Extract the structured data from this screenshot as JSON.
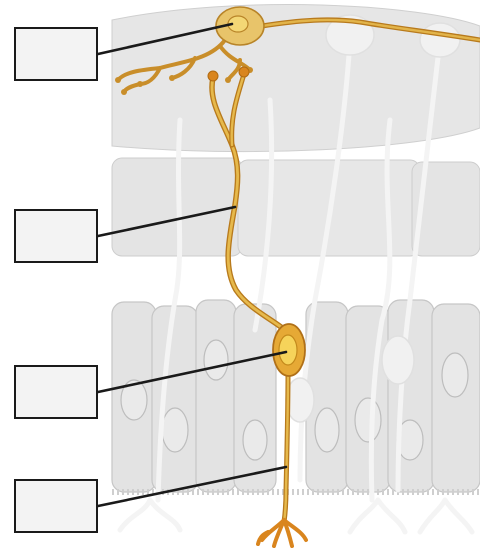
{
  "diagram": {
    "labels": [
      {
        "id": "label-1",
        "text": ""
      },
      {
        "id": "label-2",
        "text": ""
      },
      {
        "id": "label-3",
        "text": ""
      },
      {
        "id": "label-4",
        "text": ""
      }
    ],
    "colors": {
      "background": "#ffffff",
      "tissue_fill": "#e6e6e6",
      "tissue_outline": "#c9c9c9",
      "ghost_neuron": "#f5f5f5",
      "neuron_main": "#d9a43a",
      "neuron_dark": "#b87a1c",
      "soma_fill": "#e9b640",
      "nucleus_fill": "#f4cf55",
      "axon_terminal": "#d9851e",
      "leader_line": "#1a1a1a",
      "label_fill": "#f3f3f3"
    }
  }
}
